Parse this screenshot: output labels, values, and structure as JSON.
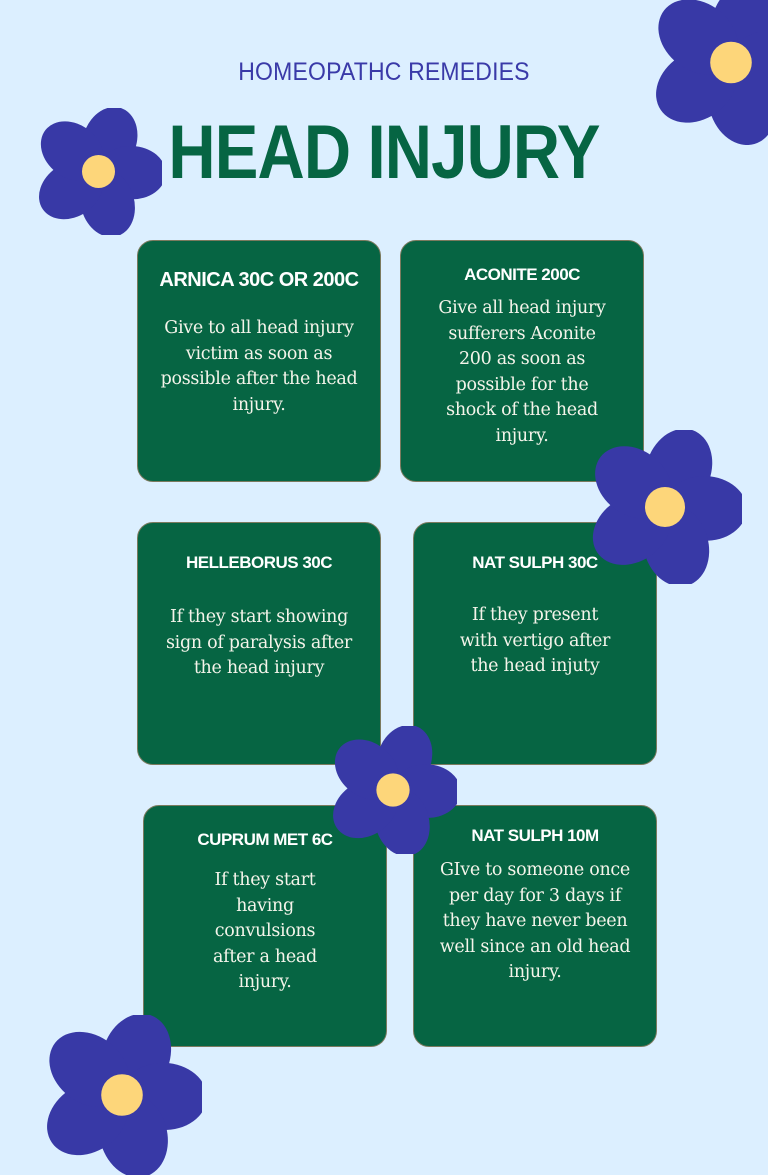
{
  "header": {
    "subtitle": "HOMEOPATHC REMEDIES",
    "title": "HEAD INJURY"
  },
  "colors": {
    "background": "#dcefff",
    "card": "#066543",
    "title": "#066543",
    "subtitle": "#3a3aa8",
    "petal": "#3839a6",
    "flower_center": "#fdd67a"
  },
  "remedies": [
    {
      "name": "ARNICA 30C OR 200C",
      "description": "Give to all head injury victim as soon as possible after the head injury."
    },
    {
      "name": "ACONITE 200C",
      "description": "Give all head injury sufferers Aconite 200 as soon as possible for the shock of the head injury."
    },
    {
      "name": "HELLEBORUS 30C",
      "description": "If they start showing sign of paralysis after the head injury"
    },
    {
      "name": "NAT SULPH 30C",
      "description": "If they present with vertigo after the head injuty"
    },
    {
      "name": "CUPRUM MET 6C",
      "description": "If they start having convulsions after a head injury."
    },
    {
      "name": "NAT SULPH 10M",
      "description": "GIve to someone once per day for 3 days if they have never been well since an old head injury."
    }
  ],
  "decorations": {
    "flower_icon": "flower-icon"
  }
}
